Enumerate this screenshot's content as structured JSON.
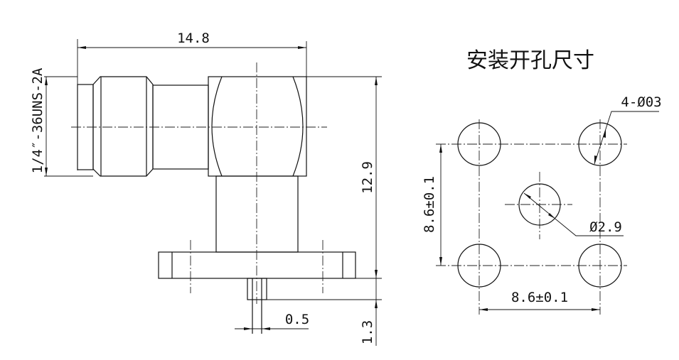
{
  "side_view": {
    "dim_length": "14.8",
    "dim_height": "12.9",
    "dim_pin_length": "1.3",
    "dim_pin_width": "0.5",
    "thread_spec": "1/4″-36UNS-2A"
  },
  "mounting_pattern": {
    "title": "安装开孔尺寸",
    "corner_holes_label": "4-Ø03",
    "center_hole_label": "Ø2.9",
    "vertical_spacing": "8.6±0.1",
    "horizontal_spacing": "8.6±0.1"
  }
}
